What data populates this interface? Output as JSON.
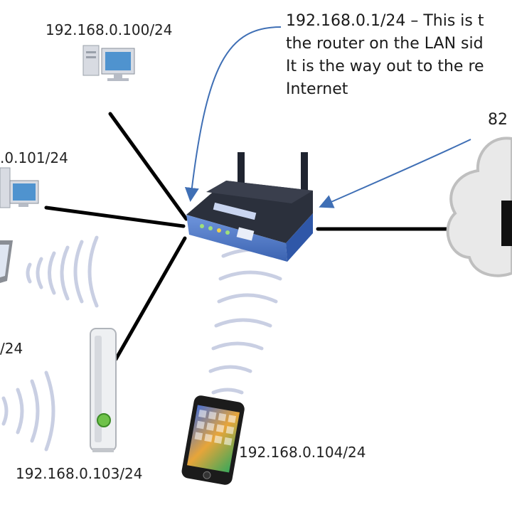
{
  "labels": {
    "pc_top": "192.168.0.100/24",
    "pc_left": ".0.101/24",
    "laptop": "/24",
    "xbox": "192.168.0.103/24",
    "phone": "192.168.0.104/24",
    "wan_ip": "82"
  },
  "router_note": [
    "192.168.0.1/24 – This is t",
    "the router on the LAN sid",
    "It is the way out to the re",
    "Internet"
  ],
  "colors": {
    "wire": "#000000",
    "arrow": "#3f6fb5",
    "router_blue": "#4b77c9",
    "router_dark": "#1f2430",
    "cloud_fill": "#e9e9e9",
    "cloud_stroke": "#bfbfbf",
    "wifi": "#c9cfe3"
  }
}
